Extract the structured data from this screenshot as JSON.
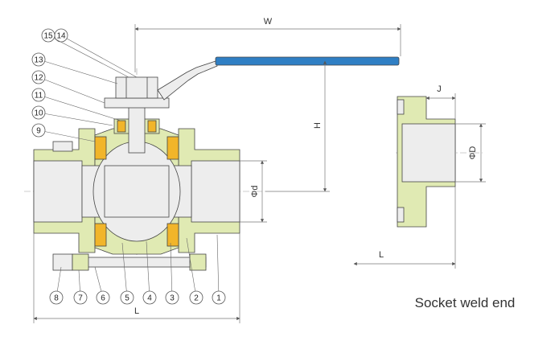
{
  "colors": {
    "body_fill": "#e0eab3",
    "seat_fill": "#f1b52a",
    "metal_fill": "#ededed",
    "handle_fill": "#2f7fc4",
    "line": "#444444",
    "dim_line": "#777777"
  },
  "callouts": [
    {
      "label": "1"
    },
    {
      "label": "2"
    },
    {
      "label": "3"
    },
    {
      "label": "4"
    },
    {
      "label": "5"
    },
    {
      "label": "6"
    },
    {
      "label": "7"
    },
    {
      "label": "8"
    },
    {
      "label": "9"
    },
    {
      "label": "10"
    },
    {
      "label": "11"
    },
    {
      "label": "12"
    },
    {
      "label": "13"
    },
    {
      "label": "14"
    },
    {
      "label": "15"
    }
  ],
  "dimensions": {
    "w": "W",
    "h": "H",
    "l_main": "L",
    "d_small": "Φd",
    "d_large": "ΦD",
    "j": "J",
    "l_side": "L"
  },
  "caption": "Socket weld end"
}
